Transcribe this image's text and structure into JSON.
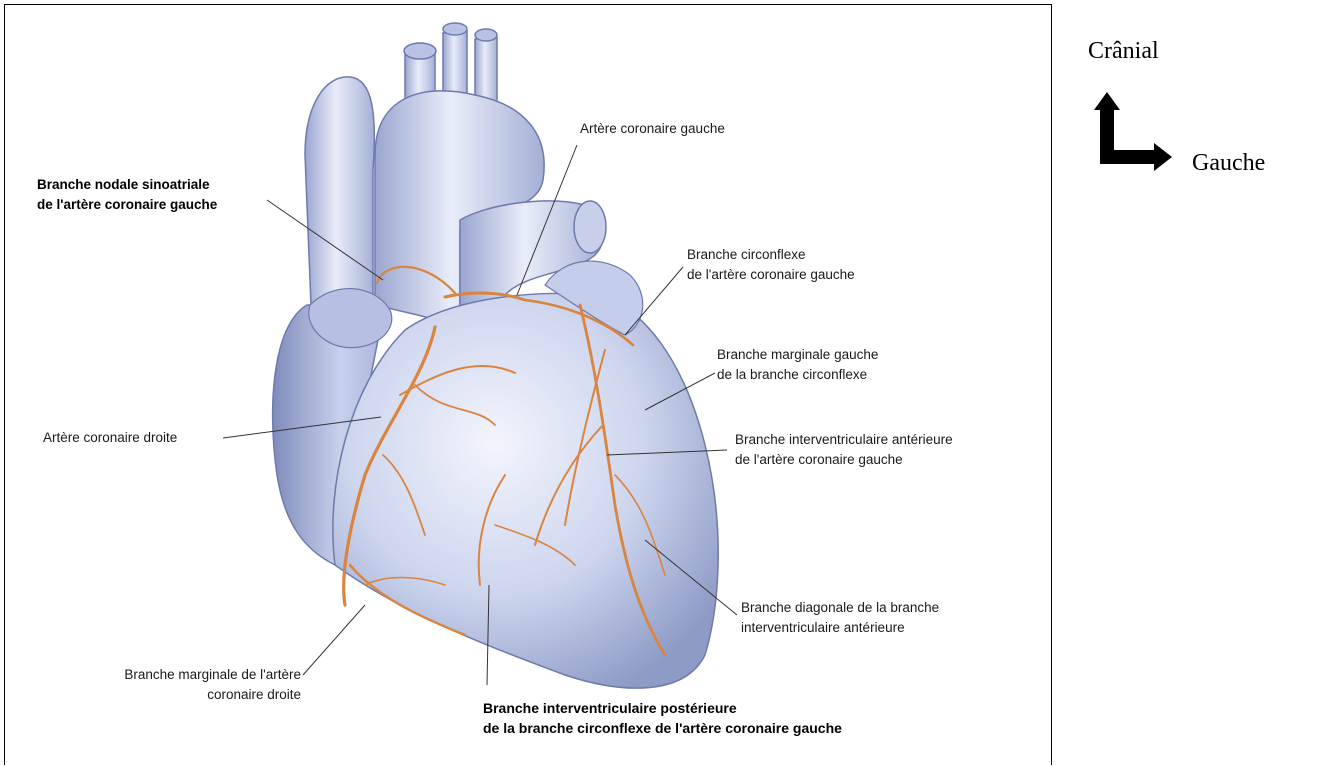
{
  "figure": {
    "labels": {
      "sinoatrial": "Branche nodale sinoatriale\nde l'artère coronaire gauche",
      "left_coronary": "Artère coronaire gauche",
      "circumflex": "Branche circonflexe\nde l'artère coronaire gauche",
      "left_marginal": "Branche marginale gauche\nde la branche circonflexe",
      "right_coronary": "Artère coronaire droite",
      "anterior_interventricular": "Branche interventriculaire antérieure\nde l'artère coronaire gauche",
      "diagonal": "Branche diagonale de la branche\ninterventriculaire antérieure",
      "right_marginal": "Branche marginale de l'artère\ncoronaire droite",
      "posterior_interventricular": "Branche interventriculaire postérieure\nde la branche circonflexe de l'artère coronaire gauche"
    },
    "bold_labels": [
      "sinoatrial",
      "posterior_interventricular"
    ]
  },
  "orientation": {
    "up_label": "Crânial",
    "right_label": "Gauche"
  },
  "colors": {
    "heart_fill": "#c9d2ec",
    "heart_shadow": "#8e9bc6",
    "artery": "#d9843f",
    "leader_line": "#333333"
  }
}
